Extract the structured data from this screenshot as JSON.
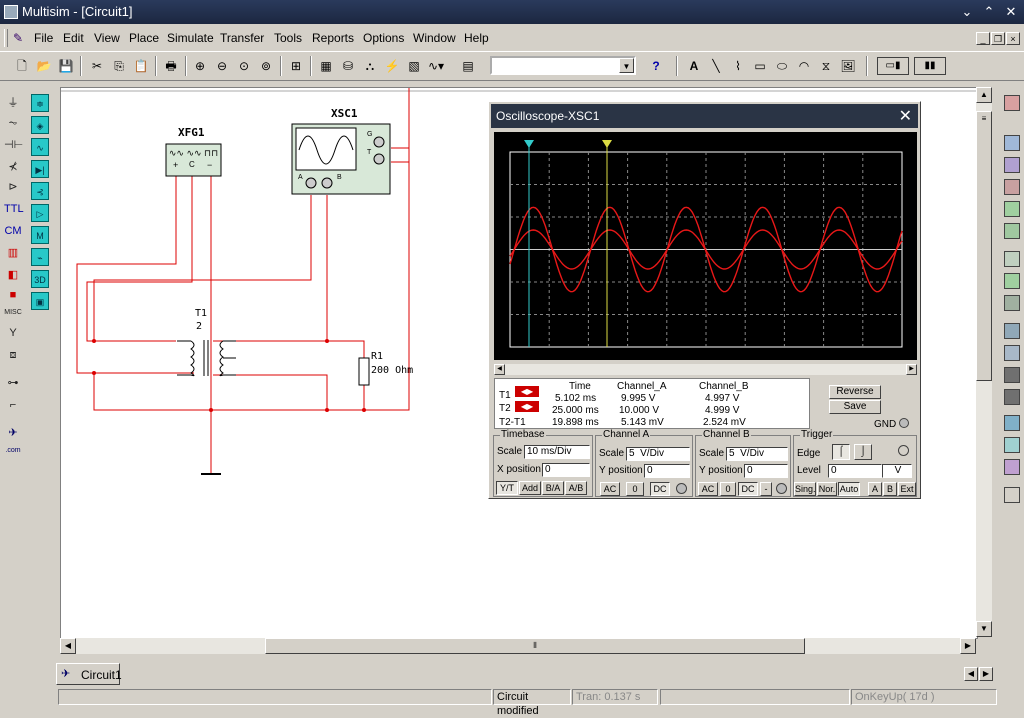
{
  "window": {
    "title": "Multisim - [Circuit1]"
  },
  "menu": [
    "File",
    "Edit",
    "View",
    "Place",
    "Simulate",
    "Transfer",
    "Tools",
    "Reports",
    "Options",
    "Window",
    "Help"
  ],
  "circuit": {
    "xfg_label": "XFG1",
    "xsc_label": "XSC1",
    "t_label": "T1",
    "t_value": "2",
    "r_label": "R1",
    "r_value": "200 Ohm",
    "xsc_pin_g": "G",
    "xsc_pin_t": "T",
    "xsc_pin_a": "A",
    "xsc_pin_b": "B",
    "xfg_plus": "+",
    "xfg_com": "C",
    "xfg_minus": "−"
  },
  "oscilloscope": {
    "title": "Oscilloscope-XSC1",
    "trace_color": "#e81818",
    "waves": [
      {
        "channel": "A",
        "amplitude_div": 1.3,
        "period_div": 1.95
      },
      {
        "channel": "B",
        "amplitude_div": 0.6,
        "period_div": 1.95
      }
    ],
    "readout": {
      "headers": [
        "Time",
        "Channel_A",
        "Channel_B"
      ],
      "rows": [
        {
          "label": "T1",
          "time": "5.102 ms",
          "a": "9.995 V",
          "b": "4.997 V"
        },
        {
          "label": "T2",
          "time": "25.000 ms",
          "a": "10.000 V",
          "b": "4.999 V"
        },
        {
          "label": "T2-T1",
          "time": "19.898 ms",
          "a": "5.143 mV",
          "b": "2.524 mV"
        }
      ]
    },
    "reverse": "Reverse",
    "save": "Save",
    "gnd": "GND",
    "timebase": {
      "title": "Timebase",
      "scale_label": "Scale",
      "scale": "10 ms/Div",
      "xpos_label": "X position",
      "xpos": "0",
      "modes": [
        "Y/T",
        "Add",
        "B/A",
        "A/B"
      ]
    },
    "channel_a": {
      "title": "Channel A",
      "scale_label": "Scale",
      "scale": "5  V/Div",
      "ypos_label": "Y position",
      "ypos": "0",
      "coupling": [
        "AC",
        "0",
        "DC"
      ]
    },
    "channel_b": {
      "title": "Channel B",
      "scale_label": "Scale",
      "scale": "5  V/Div",
      "ypos_label": "Y position",
      "ypos": "0",
      "coupling": [
        "AC",
        "0",
        "DC",
        "-"
      ]
    },
    "trigger": {
      "title": "Trigger",
      "edge_label": "Edge",
      "level_label": "Level",
      "level": "0",
      "level_unit": "V",
      "modes": [
        "Sing.",
        "Nor.",
        "Auto",
        "A",
        "B",
        "Ext"
      ]
    }
  },
  "tab": {
    "label": "Circuit1"
  },
  "status": {
    "modified": "Circuit modified",
    "tran": "Tran: 0.137 s",
    "key": "OnKeyUp( 17d )"
  }
}
